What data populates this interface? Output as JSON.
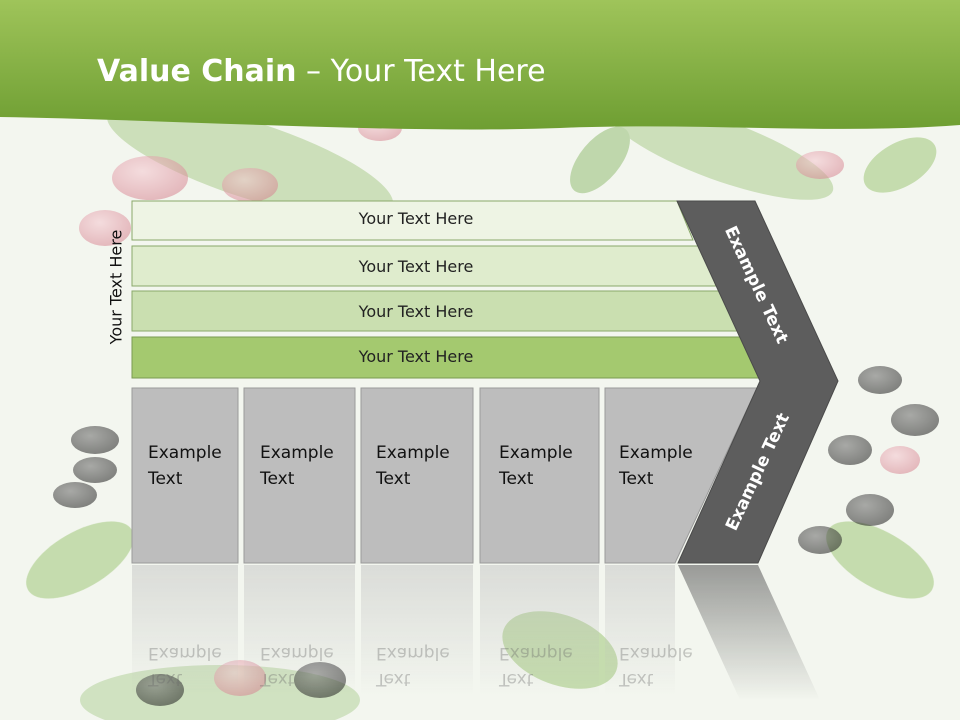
{
  "title": {
    "bold": "Value Chain",
    "separator": " – ",
    "rest": "Your Text Here"
  },
  "vertical_label": "Your Text Here",
  "bars": [
    {
      "label": "Your Text Here",
      "fill": "#eef4e4"
    },
    {
      "label": "Your Text Here",
      "fill": "#dfeccd"
    },
    {
      "label": "Your Text Here",
      "fill": "#cadfb0"
    },
    {
      "label": "Your Text Here",
      "fill": "#a4c96f"
    }
  ],
  "boxes": [
    {
      "line1": "Example",
      "line2": "Text"
    },
    {
      "line1": "Example",
      "line2": "Text"
    },
    {
      "line1": "Example",
      "line2": "Text"
    },
    {
      "line1": "Example",
      "line2": "Text"
    },
    {
      "line1": "Example",
      "line2": "Text"
    }
  ],
  "chevron": {
    "top_label": "Example Text",
    "bottom_label": "Example Text",
    "fill": "#5d5d5d"
  },
  "colors": {
    "header_green": "#7fab3c",
    "box_gray": "#bdbdbd"
  }
}
